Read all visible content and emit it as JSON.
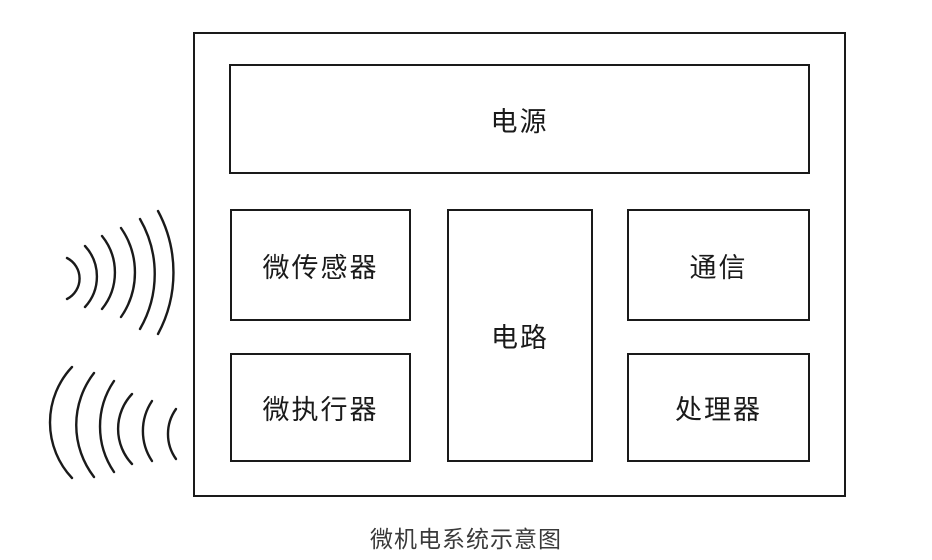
{
  "diagram": {
    "caption": "微机电系统示意图",
    "blocks": {
      "power": {
        "label": "电源"
      },
      "microsensor": {
        "label": "微传感器"
      },
      "microactuator": {
        "label": "微执行器"
      },
      "circuit": {
        "label": "电路"
      },
      "communication": {
        "label": "通信"
      },
      "processor": {
        "label": "处理器"
      }
    },
    "icons": {
      "incoming_waves": "incoming-signal-waves-icon",
      "outgoing_waves": "outgoing-signal-waves-icon"
    },
    "colors": {
      "line": "#1a1a1a",
      "background": "#ffffff",
      "caption_text": "#3a3a3a"
    }
  }
}
